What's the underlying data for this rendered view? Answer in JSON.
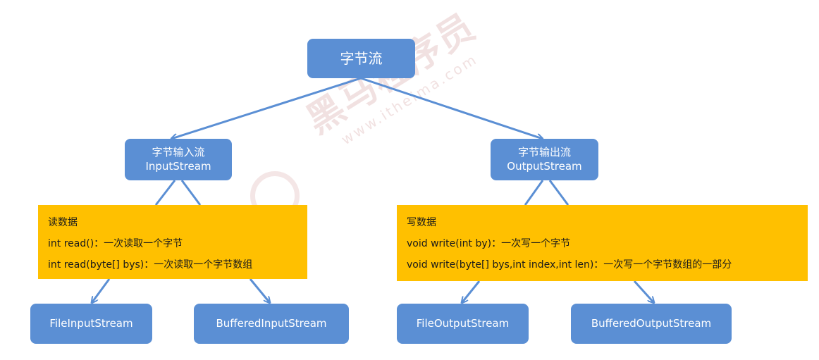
{
  "colors": {
    "box_fill": "#5b8fd4",
    "box_text": "#ffffff",
    "panel_fill": "#ffc000",
    "panel_text": "#1a1a1a",
    "connector": "#5b8fd4",
    "watermark": "#f0dede"
  },
  "root": {
    "label": "字节流"
  },
  "input": {
    "title": "字节输入流",
    "class_name": "InputStream",
    "panel": {
      "heading": "读数据",
      "lines": [
        "int read()：一次读取一个字节",
        "int read(byte[] bys)：一次读取一个字节数组"
      ]
    },
    "children": [
      "FileInputStream",
      "BufferedInputStream"
    ]
  },
  "output": {
    "title": "字节输出流",
    "class_name": "OutputStream",
    "panel": {
      "heading": "写数据",
      "lines": [
        "void write(int by)：一次写一个字节",
        "void write(byte[] bys,int index,int len)：一次写一个字节数组的一部分"
      ]
    },
    "children": [
      "FileOutputStream",
      "BufferedOutputStream"
    ]
  },
  "watermark": {
    "brand": "黑马程序员",
    "url": "www.itheima.com",
    "icon": "brand-logo-icon"
  }
}
